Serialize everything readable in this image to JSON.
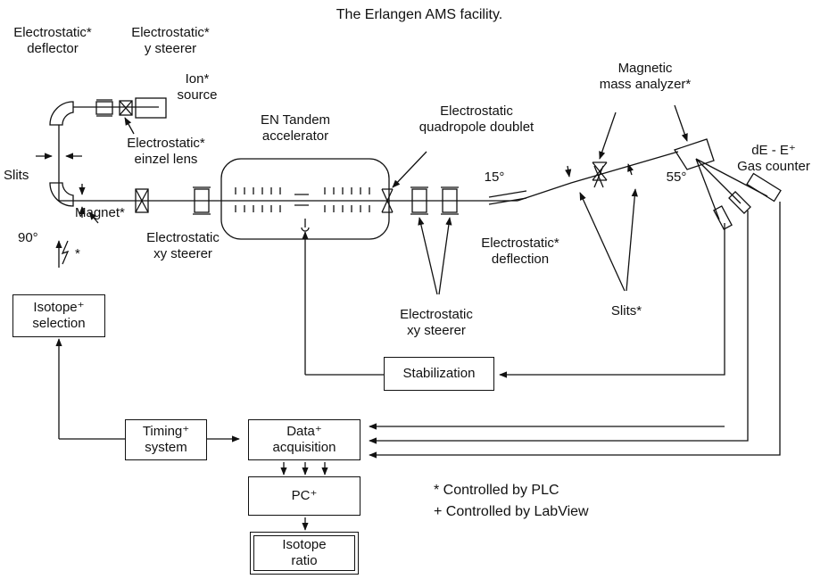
{
  "title": "The Erlangen AMS facility.",
  "labels": {
    "es_deflector": [
      "Electrostatic*",
      "deflector"
    ],
    "es_y_steerer": [
      "Electrostatic*",
      "y steerer"
    ],
    "ion_source": [
      "Ion*",
      "source"
    ],
    "einzel_lens": [
      "Electrostatic*",
      "einzel lens"
    ],
    "slits_left": "Slits",
    "magnet": "Magnet*",
    "angle_90": "90°",
    "lightning_star": "*",
    "es_xy_steerer_left": [
      "Electrostatic",
      "xy steerer"
    ],
    "tandem": [
      "EN Tandem",
      "accelerator"
    ],
    "quad_doublet": [
      "Electrostatic",
      "quadropole doublet"
    ],
    "angle_15": "15°",
    "es_deflection": [
      "Electrostatic*",
      "deflection"
    ],
    "es_xy_steerer_right": [
      "Electrostatic",
      "xy steerer"
    ],
    "mag_analyzer": [
      "Magnetic",
      "mass analyzer*"
    ],
    "angle_55": "55°",
    "gas_counter": [
      "dE - E⁺",
      "Gas counter"
    ],
    "slits_right": "Slits*"
  },
  "boxes": {
    "isotope_selection": [
      "Isotope⁺",
      "selection"
    ],
    "stabilization": "Stabilization",
    "timing_system": [
      "Timing⁺",
      "system"
    ],
    "data_acquisition": [
      "Data⁺",
      "acquisition"
    ],
    "pc": "PC⁺",
    "isotope_ratio": [
      "Isotope",
      "ratio"
    ]
  },
  "legend": [
    "* Controlled by PLC",
    "+ Controlled by LabView"
  ]
}
